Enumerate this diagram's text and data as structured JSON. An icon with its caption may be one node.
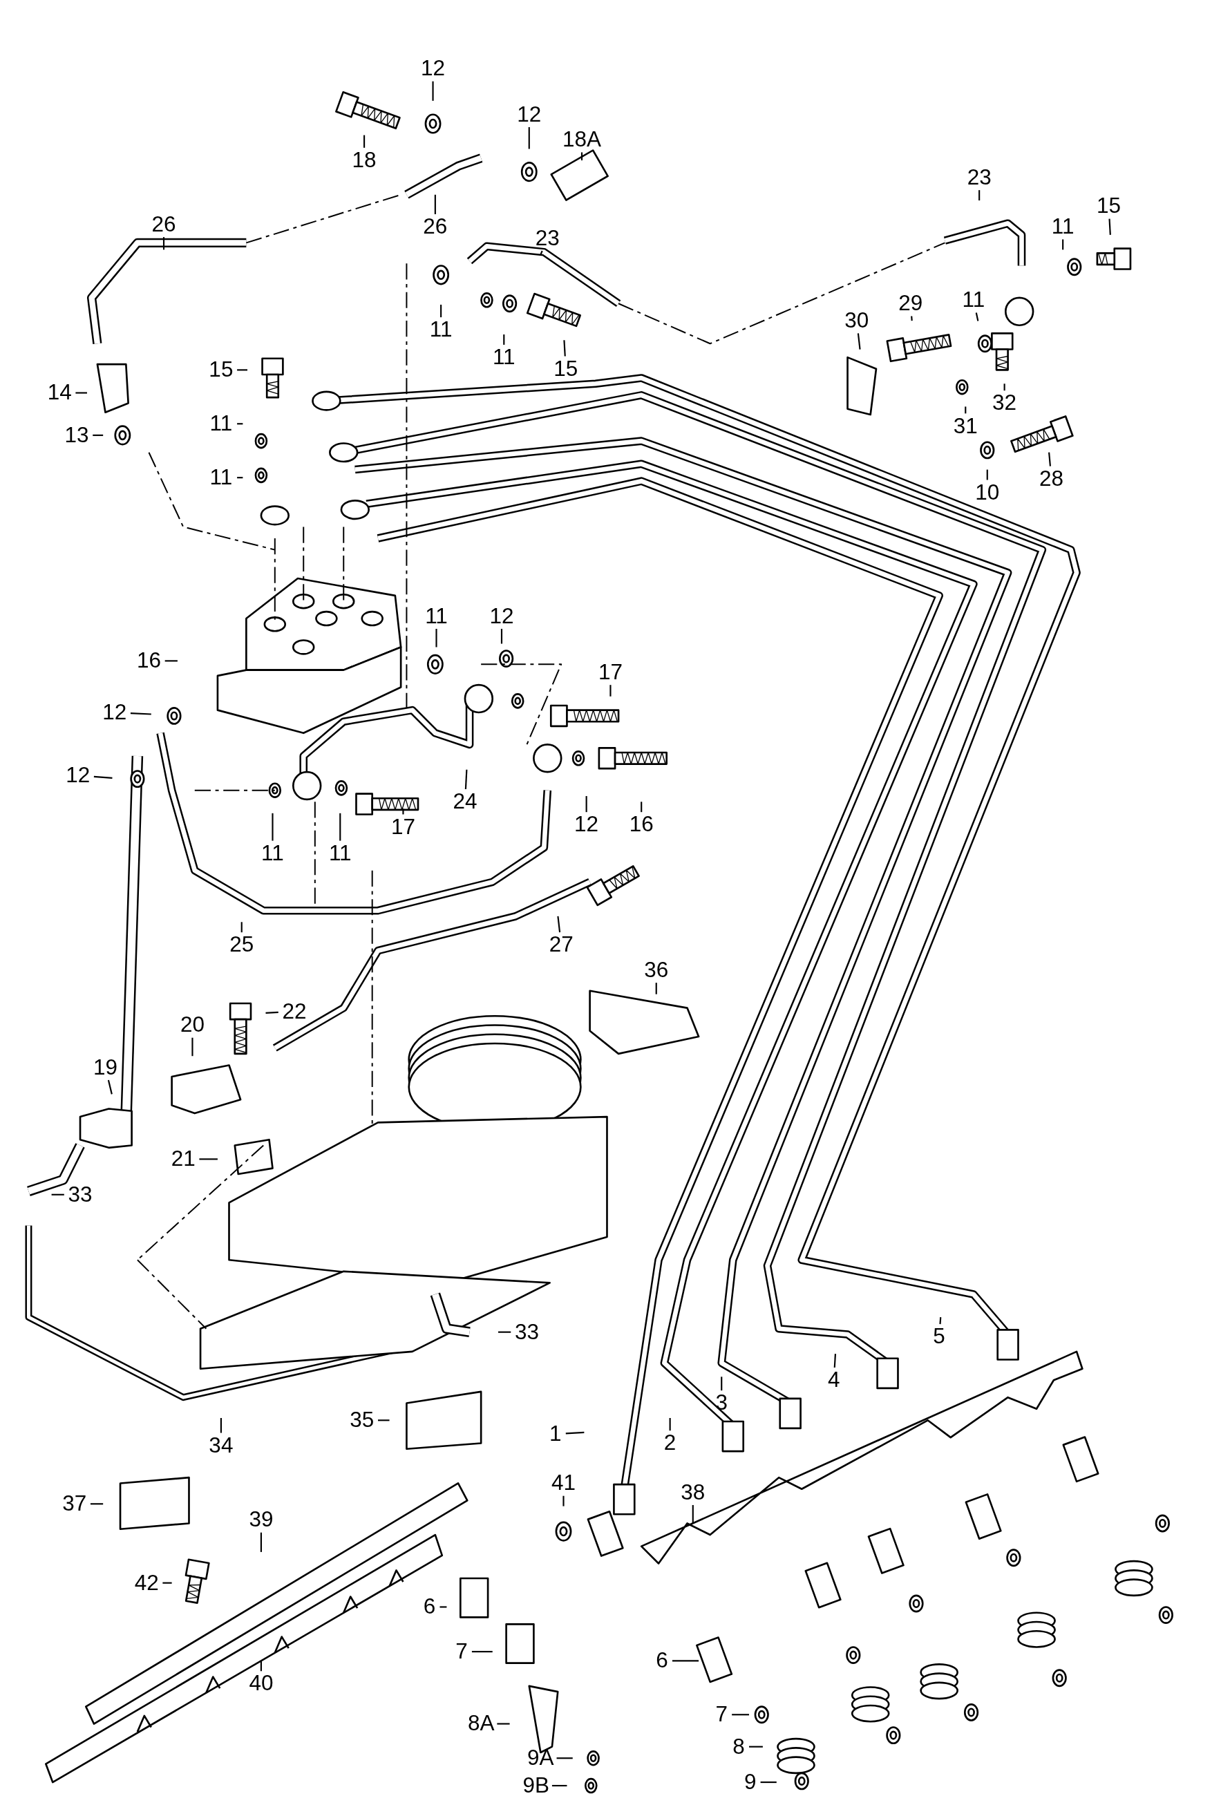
{
  "diagram": {
    "nodes": [
      {
        "text": [
          "12"
        ]
      },
      {
        "text": [
          "18"
        ]
      },
      {
        "text": [
          "12"
        ]
      },
      {
        "text": [
          "18A"
        ]
      },
      {
        "text": [
          "26"
        ]
      },
      {
        "text": [
          "26"
        ]
      },
      {
        "text": [
          "23"
        ]
      },
      {
        "text": [
          "23"
        ]
      },
      {
        "text": [
          "15"
        ]
      },
      {
        "text": [
          "11"
        ]
      },
      {
        "text": [
          "11"
        ]
      },
      {
        "text": [
          "30"
        ]
      },
      {
        "text": [
          "29"
        ]
      },
      {
        "text": [
          "31"
        ]
      },
      {
        "text": [
          "32"
        ]
      },
      {
        "text": [
          "28"
        ]
      },
      {
        "text": [
          "10"
        ]
      },
      {
        "text": [
          "11"
        ]
      },
      {
        "text": [
          "11"
        ]
      },
      {
        "text": [
          "15"
        ]
      },
      {
        "text": [
          "15"
        ]
      },
      {
        "text": [
          "14"
        ]
      },
      {
        "text": [
          "11"
        ]
      },
      {
        "text": [
          "13"
        ]
      },
      {
        "text": [
          "11"
        ]
      },
      {
        "text": [
          "16"
        ]
      },
      {
        "text": [
          "11"
        ]
      },
      {
        "text": [
          "12"
        ]
      },
      {
        "text": [
          "17"
        ]
      },
      {
        "text": [
          "12"
        ]
      },
      {
        "text": [
          "12"
        ]
      },
      {
        "text": [
          "24"
        ]
      },
      {
        "text": [
          "17"
        ]
      },
      {
        "text": [
          "11"
        ]
      },
      {
        "text": [
          "11"
        ]
      },
      {
        "text": [
          "12"
        ]
      },
      {
        "text": [
          "16"
        ]
      },
      {
        "text": [
          "25"
        ]
      },
      {
        "text": [
          "27"
        ]
      },
      {
        "text": [
          "36"
        ]
      },
      {
        "text": [
          "22"
        ]
      },
      {
        "text": [
          "20"
        ]
      },
      {
        "text": [
          "19"
        ]
      },
      {
        "text": [
          "21"
        ]
      },
      {
        "text": [
          "33"
        ]
      },
      {
        "text": [
          "33"
        ]
      },
      {
        "text": [
          "35"
        ]
      },
      {
        "text": [
          "5"
        ]
      },
      {
        "text": [
          "4"
        ]
      },
      {
        "text": [
          "3"
        ]
      },
      {
        "text": [
          "2"
        ]
      },
      {
        "text": [
          "1"
        ]
      },
      {
        "text": [
          "34"
        ]
      },
      {
        "text": [
          "41"
        ]
      },
      {
        "text": [
          "38"
        ]
      },
      {
        "text": [
          "37"
        ]
      },
      {
        "text": [
          "39"
        ]
      },
      {
        "text": [
          "42"
        ]
      },
      {
        "text": [
          "6"
        ]
      },
      {
        "text": [
          "7"
        ]
      },
      {
        "text": [
          "40"
        ]
      },
      {
        "text": [
          "6"
        ]
      },
      {
        "text": [
          "7"
        ]
      },
      {
        "text": [
          "8A"
        ]
      },
      {
        "text": [
          "8"
        ]
      },
      {
        "text": [
          "9A"
        ]
      },
      {
        "text": [
          "9"
        ]
      },
      {
        "text": [
          "9B"
        ]
      }
    ],
    "edges": [
      {
        "from": 0,
        "to": null,
        "arrow": "none"
      },
      {
        "from": 1,
        "to": null,
        "arrow": "none"
      },
      {
        "from": 2,
        "to": null,
        "arrow": "none"
      },
      {
        "from": 3,
        "to": null,
        "arrow": "none"
      },
      {
        "from": 4,
        "to": null,
        "arrow": "none"
      },
      {
        "from": 5,
        "to": null,
        "arrow": "none"
      },
      {
        "from": 6,
        "to": null,
        "arrow": "none"
      },
      {
        "from": 7,
        "to": null,
        "arrow": "none"
      },
      {
        "from": 8,
        "to": null,
        "arrow": "none"
      },
      {
        "from": 9,
        "to": null,
        "arrow": "none"
      },
      {
        "from": 10,
        "to": null,
        "arrow": "none"
      },
      {
        "from": 11,
        "to": null,
        "arrow": "none"
      },
      {
        "from": 12,
        "to": null,
        "arrow": "none"
      },
      {
        "from": 13,
        "to": null,
        "arrow": "none"
      },
      {
        "from": 14,
        "to": null,
        "arrow": "none"
      },
      {
        "from": 15,
        "to": null,
        "arrow": "none"
      },
      {
        "from": 16,
        "to": null,
        "arrow": "none"
      },
      {
        "from": 17,
        "to": null,
        "arrow": "none"
      },
      {
        "from": 18,
        "to": null,
        "arrow": "none"
      },
      {
        "from": 19,
        "to": null,
        "arrow": "none"
      },
      {
        "from": 20,
        "to": null,
        "arrow": "none"
      },
      {
        "from": 21,
        "to": null,
        "arrow": "none"
      },
      {
        "from": 22,
        "to": null,
        "arrow": "none"
      },
      {
        "from": 23,
        "to": null,
        "arrow": "none"
      },
      {
        "from": 24,
        "to": null,
        "arrow": "none"
      },
      {
        "from": 25,
        "to": null,
        "arrow": "none"
      },
      {
        "from": 26,
        "to": null,
        "arrow": "none"
      },
      {
        "from": 27,
        "to": null,
        "arrow": "none"
      },
      {
        "from": 28,
        "to": null,
        "arrow": "none"
      },
      {
        "from": 29,
        "to": null,
        "arrow": "none"
      },
      {
        "from": 30,
        "to": null,
        "arrow": "none"
      },
      {
        "from": 31,
        "to": null,
        "arrow": "none"
      },
      {
        "from": 32,
        "to": null,
        "arrow": "none"
      },
      {
        "from": 33,
        "to": null,
        "arrow": "none"
      },
      {
        "from": 34,
        "to": null,
        "arrow": "none"
      },
      {
        "from": 35,
        "to": null,
        "arrow": "none"
      },
      {
        "from": 36,
        "to": null,
        "arrow": "none"
      },
      {
        "from": 37,
        "to": null,
        "arrow": "none"
      },
      {
        "from": 38,
        "to": null,
        "arrow": "none"
      },
      {
        "from": 39,
        "to": null,
        "arrow": "none"
      },
      {
        "from": 40,
        "to": null,
        "arrow": "none"
      },
      {
        "from": 41,
        "to": null,
        "arrow": "none"
      },
      {
        "from": 42,
        "to": null,
        "arrow": "none"
      },
      {
        "from": 43,
        "to": null,
        "arrow": "none"
      },
      {
        "from": 44,
        "to": null,
        "arrow": "none"
      },
      {
        "from": 45,
        "to": null,
        "arrow": "none"
      },
      {
        "from": 46,
        "to": null,
        "arrow": "none"
      },
      {
        "from": 47,
        "to": null,
        "arrow": "none"
      },
      {
        "from": 48,
        "to": null,
        "arrow": "none"
      },
      {
        "from": 49,
        "to": null,
        "arrow": "none"
      },
      {
        "from": 50,
        "to": null,
        "arrow": "none"
      },
      {
        "from": 51,
        "to": null,
        "arrow": "none"
      },
      {
        "from": 52,
        "to": null,
        "arrow": "none"
      },
      {
        "from": 53,
        "to": null,
        "arrow": "none"
      },
      {
        "from": 54,
        "to": null,
        "arrow": "none"
      },
      {
        "from": 55,
        "to": null,
        "arrow": "none"
      },
      {
        "from": 56,
        "to": null,
        "arrow": "none"
      },
      {
        "from": 57,
        "to": null,
        "arrow": "none"
      },
      {
        "from": 58,
        "to": null,
        "arrow": "none"
      },
      {
        "from": 59,
        "to": null,
        "arrow": "none"
      },
      {
        "from": 60,
        "to": null,
        "arrow": "none"
      },
      {
        "from": 61,
        "to": null,
        "arrow": "none"
      },
      {
        "from": 62,
        "to": null,
        "arrow": "none"
      },
      {
        "from": 63,
        "to": null,
        "arrow": "none"
      },
      {
        "from": 64,
        "to": null,
        "arrow": "none"
      },
      {
        "from": 65,
        "to": null,
        "arrow": "none"
      },
      {
        "from": 66,
        "to": null,
        "arrow": "none"
      },
      {
        "from": 67,
        "to": null,
        "arrow": "none"
      }
    ]
  }
}
